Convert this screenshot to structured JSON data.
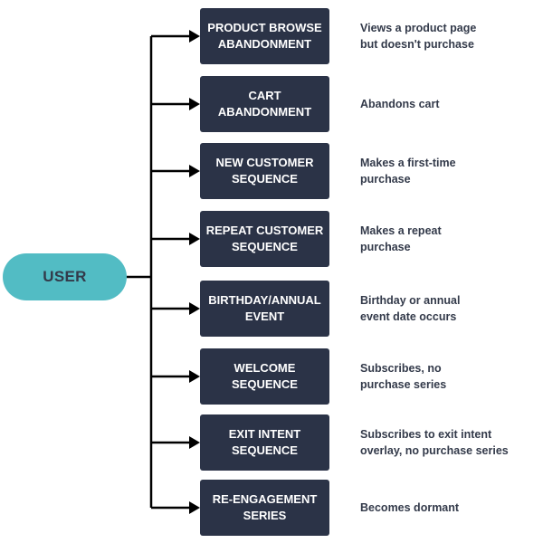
{
  "colors": {
    "user_node": "#52bcc4",
    "box": "#2b3347",
    "line": "#000000",
    "text_dark": "#333a4a"
  },
  "user": {
    "label": "USER"
  },
  "flows": [
    {
      "title": "PRODUCT BROWSE\nABANDONMENT",
      "description": "Views a product page\nbut doesn't purchase"
    },
    {
      "title": "CART\nABANDONMENT",
      "description": "Abandons cart"
    },
    {
      "title": "NEW CUSTOMER\nSEQUENCE",
      "description": "Makes a first-time\npurchase"
    },
    {
      "title": "REPEAT CUSTOMER\nSEQUENCE",
      "description": "Makes a repeat\npurchase"
    },
    {
      "title": "BIRTHDAY/ANNUAL\nEVENT",
      "description": "Birthday or annual\nevent date occurs"
    },
    {
      "title": "WELCOME\nSEQUENCE",
      "description": "Subscribes, no\npurchase series"
    },
    {
      "title": "EXIT INTENT\nSEQUENCE",
      "description": "Subscribes to exit intent\noverlay, no purchase series"
    },
    {
      "title": "RE-ENGAGEMENT\nSERIES",
      "description": "Becomes dormant"
    }
  ]
}
